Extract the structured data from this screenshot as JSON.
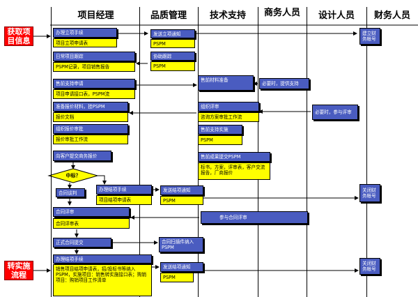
{
  "lanes": [
    "项目经理",
    "品质管理",
    "技术支持",
    "商务人员",
    "设计人员",
    "财务人员"
  ],
  "start_nodes": {
    "get_info": "获取项目信息",
    "to_impl": "转实施流程"
  },
  "pm": {
    "b1": "办理立项手续",
    "b1y": "项目立项申请表",
    "b2": "日常项目跟踪",
    "b2y": "PSPM记录，项目销售报告",
    "b3": "售前支持申请",
    "b3y": "项目申请接口表，PSPM流",
    "b4": "准备报价材料，挂PSPM",
    "b4y": "报价文档",
    "b5": "组织报价审批",
    "b5y": "报价审批工作流",
    "b6": "向客户提交商务报价",
    "diamond": "中标？",
    "neg": "合同谈判",
    "b7": "办理结项手续",
    "b7y": "项目结项申请表",
    "b8": "合同评审",
    "b8y": "合同评审表",
    "b9": "正式合同提交",
    "b10": "办理结项手续",
    "b10y": "销售项目结项申请表，招/投标书等纳入PSPM，实施项目：销售转实施接口表；购销项目：购销项目工作清单"
  },
  "qa": {
    "c1": "发送立项通知",
    "c1y": "PSPM",
    "c2": "协助跟踪",
    "c2y": "PSPM",
    "c3": "发送结项通知",
    "c3y": "PSPM",
    "c4": "合同扫描件纳入PSPM",
    "c5": "发送结项通知",
    "c5y": "PSPM"
  },
  "tech": {
    "d1": "售前材料准备",
    "d2": "组织评审",
    "d2y": "咨询方案审批工作流",
    "d3": "售前支持实施",
    "d3y": "PSPM",
    "d4": "售前成果提交PSPM",
    "d4y": "标书，方案，评审表，客户交流报告，厂商报价"
  },
  "biz": {
    "e1": "必要时，提供支持",
    "e2": "参与合同评审"
  },
  "design": {
    "f1": "必要时，参与评审"
  },
  "fin": {
    "g1": "建立财务帐号",
    "g2": "关闭财务帐号",
    "g3": "关闭财务帐号"
  }
}
